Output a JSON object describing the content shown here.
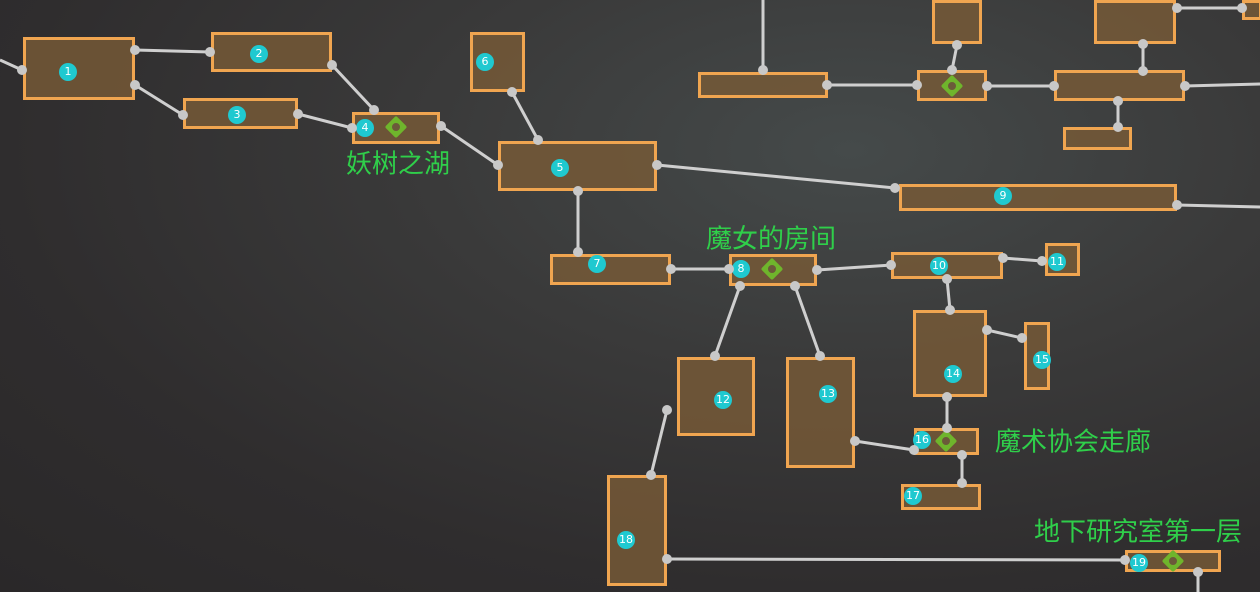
{
  "map": {
    "rooms": [
      {
        "id": "1",
        "label": "1"
      },
      {
        "id": "2",
        "label": "2"
      },
      {
        "id": "3",
        "label": "3"
      },
      {
        "id": "4",
        "label": "4",
        "save_point": true
      },
      {
        "id": "5",
        "label": "5"
      },
      {
        "id": "6",
        "label": "6"
      },
      {
        "id": "7",
        "label": "7"
      },
      {
        "id": "8",
        "label": "8",
        "save_point": true
      },
      {
        "id": "9",
        "label": "9"
      },
      {
        "id": "10",
        "label": "10"
      },
      {
        "id": "11",
        "label": "11"
      },
      {
        "id": "12",
        "label": "12"
      },
      {
        "id": "13",
        "label": "13"
      },
      {
        "id": "14",
        "label": "14"
      },
      {
        "id": "15",
        "label": "15"
      },
      {
        "id": "16",
        "label": "16",
        "save_point": true
      },
      {
        "id": "17",
        "label": "17"
      },
      {
        "id": "18",
        "label": "18"
      },
      {
        "id": "19",
        "label": "19",
        "save_point": true
      }
    ],
    "area_labels": {
      "lake": "妖树之湖",
      "witch_room": "魔女的房间",
      "magic_corridor": "魔术协会走廊",
      "underground_lab": "地下研究室第一层"
    },
    "colors": {
      "room_border": "#f0a550",
      "badge": "#1fc9d0",
      "save_point": "#6fb52c",
      "label": "#2fcf4a",
      "path": "#cfcfcf"
    }
  }
}
